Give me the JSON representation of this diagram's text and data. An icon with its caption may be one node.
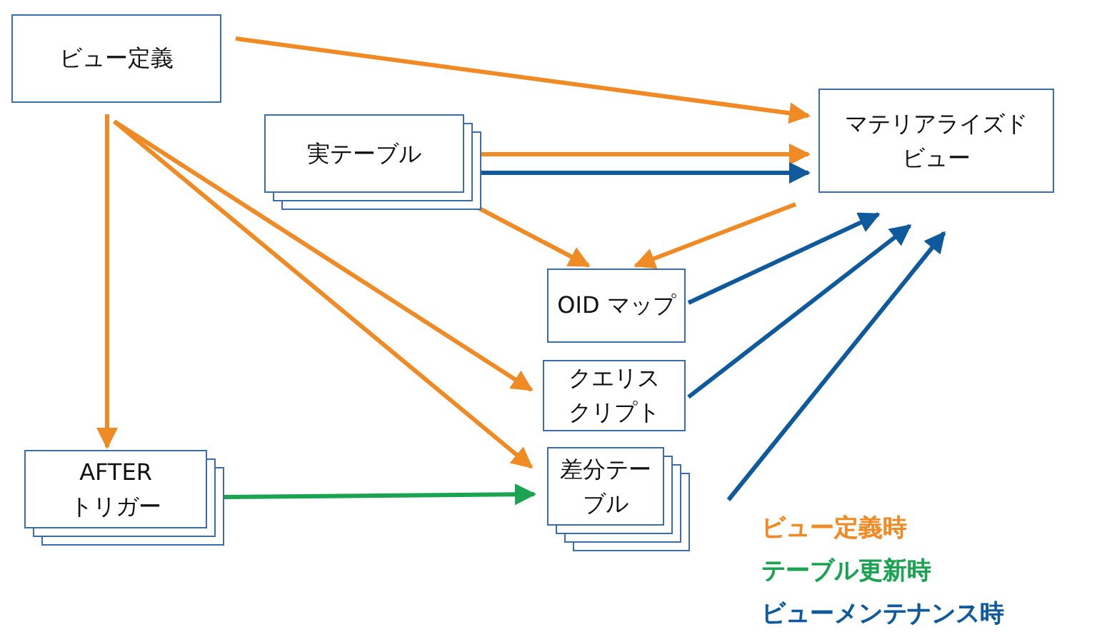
{
  "diagram": {
    "nodes": [
      {
        "text": [
          "ビュー定義"
        ]
      },
      {
        "text": [
          "実テーブル"
        ]
      },
      {
        "text": [
          "マテリアライズドビュー"
        ]
      },
      {
        "text": [
          "OID マップ"
        ]
      },
      {
        "text": [
          "クエリスクリプト"
        ]
      },
      {
        "text": [
          "差分テーブル"
        ]
      },
      {
        "text": [
          "AFTERトリガー"
        ]
      }
    ],
    "edges": [
      {
        "from": 0,
        "to": 2,
        "arrow": "to"
      },
      {
        "from": 1,
        "to": 2,
        "arrow": "to"
      },
      {
        "from": 1,
        "to": 2,
        "arrow": "to",
        "color": "#0f5a9c"
      },
      {
        "from": 1,
        "to": 3,
        "arrow": "to"
      },
      {
        "from": 2,
        "to": 3,
        "arrow": "to"
      },
      {
        "from": 0,
        "to": 6,
        "arrow": "to"
      },
      {
        "from": 0,
        "to": 4,
        "arrow": "to"
      },
      {
        "from": 0,
        "to": 5,
        "arrow": "to"
      },
      {
        "from": 6,
        "to": 5,
        "arrow": "to",
        "color": "#1aa350"
      },
      {
        "from": 3,
        "to": 2,
        "arrow": "to",
        "color": "#0f5a9c"
      },
      {
        "from": 4,
        "to": 2,
        "arrow": "to",
        "color": "#0f5a9c"
      },
      {
        "from": 5,
        "to": 2,
        "arrow": "to",
        "color": "#0f5a9c"
      }
    ],
    "legend": [
      {
        "text": "ビュー定義時",
        "color": "#f08a24"
      },
      {
        "text": "テーブル更新時",
        "color": "#1aa350"
      },
      {
        "text": "ビューメンテナンス時",
        "color": "#0f5a9c"
      }
    ]
  }
}
